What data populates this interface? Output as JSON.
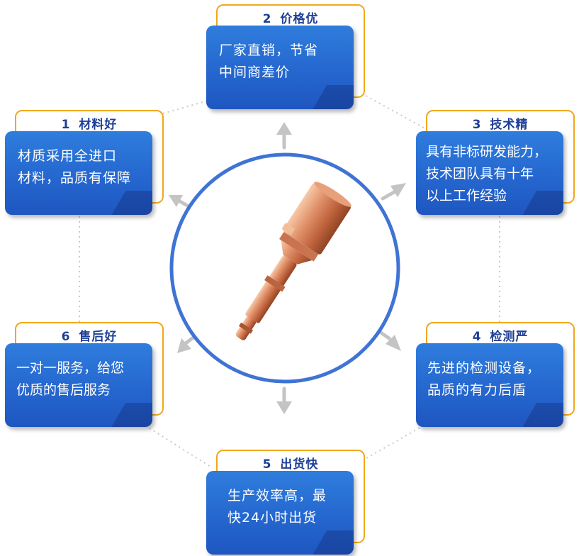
{
  "colors": {
    "accent_orange": "#f0a81c",
    "panel_blue": "#2567cf",
    "label_blue": "#1e3f97",
    "ring_blue": "#3f73d4",
    "arrow_gray": "#c4c4c4",
    "copper": "#d07c56"
  },
  "features": [
    {
      "num": "1",
      "title": "材料好",
      "lines": [
        "材质采用全进口",
        "材料，品质有保障"
      ]
    },
    {
      "num": "2",
      "title": "价格优",
      "lines": [
        "厂家直销，节省",
        "中间商差价"
      ]
    },
    {
      "num": "3",
      "title": "技术精",
      "lines": [
        "具有非标研发能力，",
        "技术团队具有十年",
        "以上工作经验"
      ]
    },
    {
      "num": "4",
      "title": "检测严",
      "lines": [
        "先进的检测设备，",
        "品质的有力后盾"
      ]
    },
    {
      "num": "5",
      "title": "出货快",
      "lines": [
        "生产效率高，最",
        "快24小时出货"
      ]
    },
    {
      "num": "6",
      "title": "售后好",
      "lines": [
        "一对一服务，给您",
        "优质的售后服务"
      ]
    }
  ],
  "center": {
    "image_icon": "copper-shaft-part-icon"
  }
}
